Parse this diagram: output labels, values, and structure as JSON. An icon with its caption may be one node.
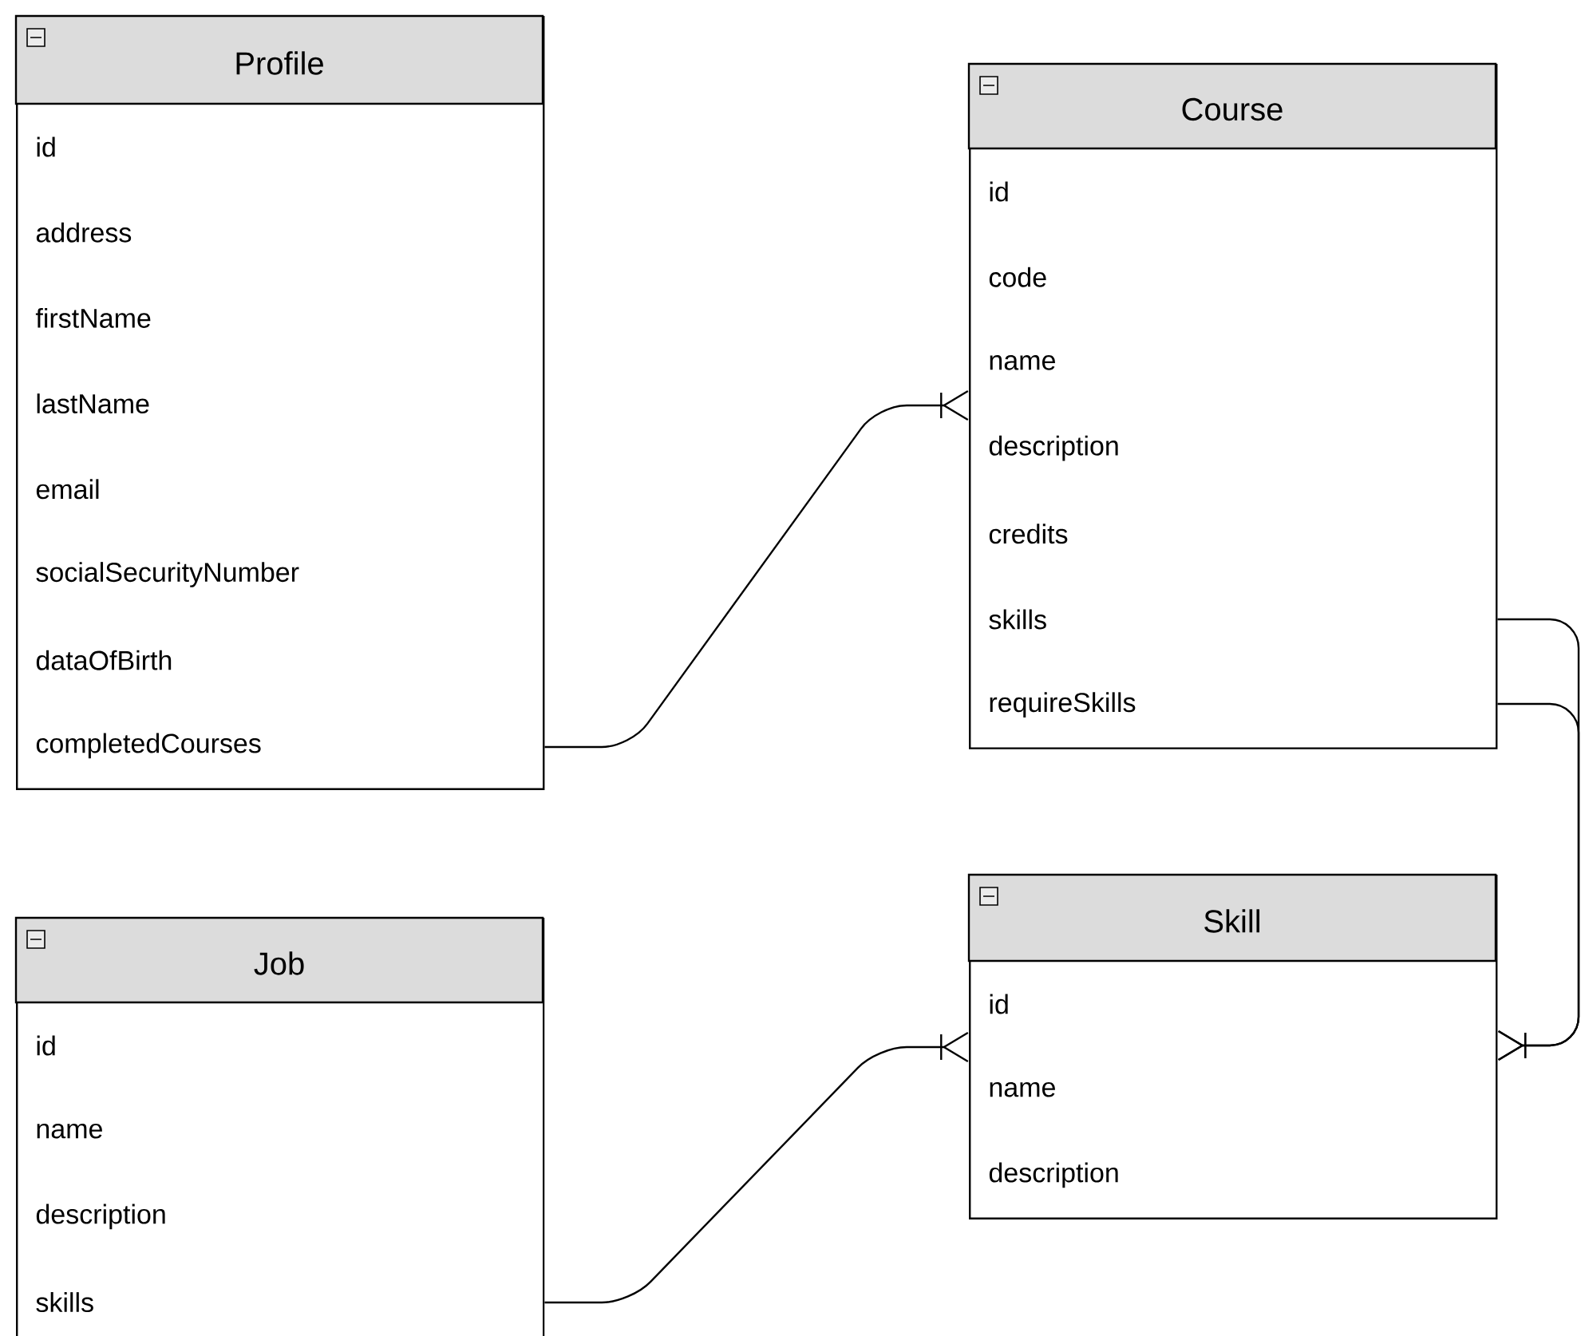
{
  "diagram": {
    "nodes": [
      {
        "text": [
          "Profile"
        ]
      },
      {
        "text": [
          "id"
        ],
        "in": 0
      },
      {
        "text": [
          "address"
        ],
        "in": 0
      },
      {
        "text": [
          "firstName"
        ],
        "in": 0
      },
      {
        "text": [
          "lastName"
        ],
        "in": 0
      },
      {
        "text": [
          "email"
        ],
        "in": 0
      },
      {
        "text": [
          "socialSecurityNumber"
        ],
        "in": 0
      },
      {
        "text": [
          "dataOfBirth"
        ],
        "in": 0
      },
      {
        "text": [
          "completedCourses"
        ],
        "in": 0
      },
      {
        "text": [
          "Course"
        ]
      },
      {
        "text": [
          "id"
        ],
        "in": 9
      },
      {
        "text": [
          "code"
        ],
        "in": 9
      },
      {
        "text": [
          "name"
        ],
        "in": 9
      },
      {
        "text": [
          "description"
        ],
        "in": 9
      },
      {
        "text": [
          "credits"
        ],
        "in": 9
      },
      {
        "text": [
          "skills"
        ],
        "in": 9
      },
      {
        "text": [
          "requireSkills"
        ],
        "in": 9
      },
      {
        "text": [
          "Job"
        ]
      },
      {
        "text": [
          "id"
        ],
        "in": 17
      },
      {
        "text": [
          "name"
        ],
        "in": 17
      },
      {
        "text": [
          "description"
        ],
        "in": 17
      },
      {
        "text": [
          "skills"
        ],
        "in": 17
      },
      {
        "text": [
          "Skill"
        ]
      },
      {
        "text": [
          "id"
        ],
        "in": 22
      },
      {
        "text": [
          "name"
        ],
        "in": 22
      },
      {
        "text": [
          "description"
        ],
        "in": 22
      }
    ],
    "edges": [
      {
        "from": 0,
        "to": 9,
        "arrow": "other"
      },
      {
        "from": 9,
        "to": 22,
        "arrow": "other"
      },
      {
        "from": 9,
        "to": 22,
        "arrow": "other"
      },
      {
        "from": 17,
        "to": 22,
        "arrow": "other"
      }
    ]
  }
}
